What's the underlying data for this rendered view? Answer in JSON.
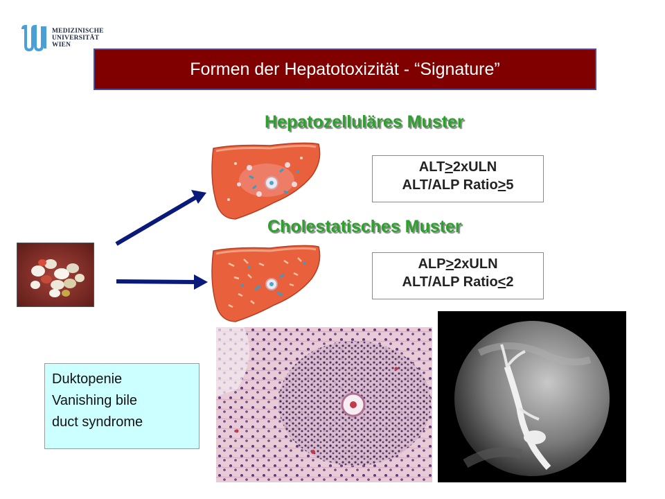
{
  "logo": {
    "line1": "MEDIZINISCHE",
    "line2": "UNIVERSITÄT",
    "line3": "WIEN",
    "icon": "mu-logo-icon",
    "color": "#4a9fd6"
  },
  "title": "Formen der Hepatotoxizität  -  “Signature”",
  "hepatocellular": {
    "heading": "Hepatozelluläres  Muster",
    "line1_pre": "ALT",
    "line1_u": ">",
    "line1_post": "2xULN",
    "line2_pre": "ALT/ALP Ratio",
    "line2_u": ">",
    "line2_post": "5"
  },
  "cholestatic": {
    "heading": "Cholestatisches  Muster",
    "line1_pre": "ALP",
    "line1_u": ">",
    "line1_post": "2xULN",
    "line2_pre": "ALT/ALP Ratio",
    "line2_u": "<",
    "line2_post": "2"
  },
  "duct_box": {
    "line1": "Duktopenie",
    "line2": "Vanishing bile",
    "line3": "duct syndrome"
  },
  "colors": {
    "title_bg": "#800000",
    "heading_green": "#2ea02e",
    "arrow": "#0a1a7a",
    "liver": "#e8603c",
    "box_bg": "#ccffff"
  }
}
